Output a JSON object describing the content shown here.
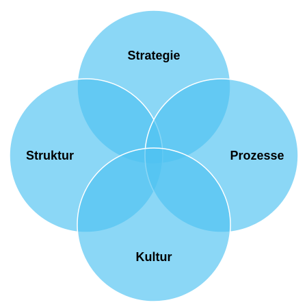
{
  "diagram": {
    "type": "venn",
    "circles": [
      {
        "id": "top",
        "label": "Strategie"
      },
      {
        "id": "left",
        "label": "Struktur"
      },
      {
        "id": "right",
        "label": "Prozesse"
      },
      {
        "id": "bottom",
        "label": "Kultur"
      }
    ],
    "colors": {
      "fill": "#4fc3f2",
      "fill_opacity": "0.66",
      "stroke": "#ffffff"
    }
  }
}
